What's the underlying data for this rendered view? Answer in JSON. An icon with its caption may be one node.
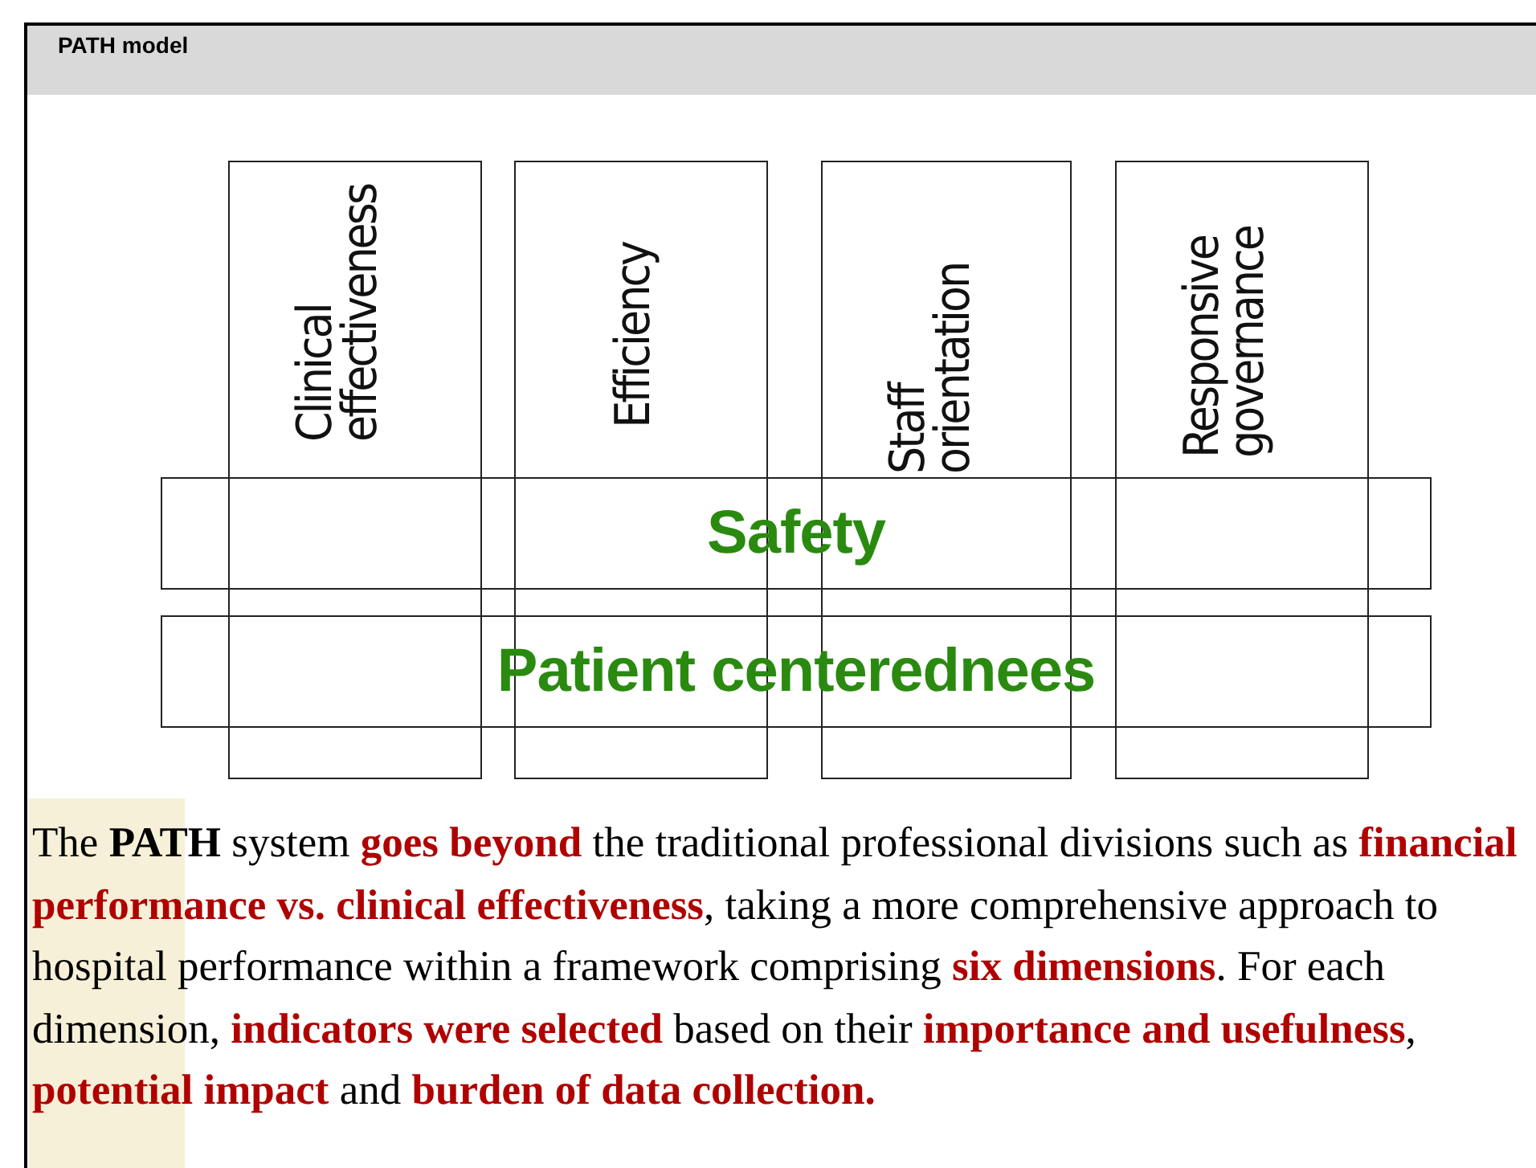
{
  "diagram": {
    "title": "PATH model",
    "nodes": [
      {
        "text": [
          "Clinical effectiveness"
        ]
      },
      {
        "text": [
          "Efficiency"
        ]
      },
      {
        "text": [
          "Staff orientation"
        ]
      },
      {
        "text": [
          "Responsive governance"
        ]
      },
      {
        "text": [
          "Safety"
        ]
      },
      {
        "text": [
          "Patient centerednees"
        ]
      }
    ],
    "labels": [
      "The **PATH** system **goes beyond** the traditional professional divisions such as **financial performance vs. clinical effectiveness**, taking a more comprehensive approach to hospital performance within a framework comprising **six dimensions**. For each dimension, **indicators were selected** based on their **importance and usefulness**, **potential impact** and **burden of data collection.**"
    ]
  }
}
